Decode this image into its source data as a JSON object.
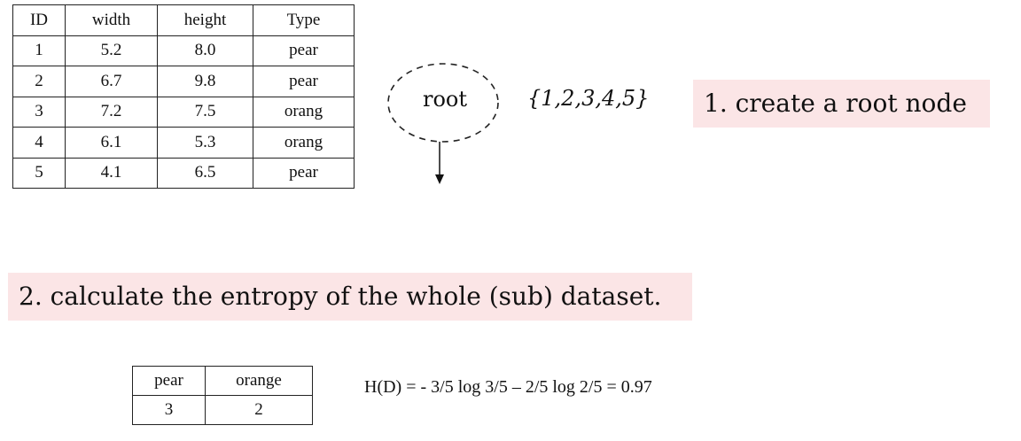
{
  "data_table": {
    "headers": [
      "ID",
      "width",
      "height",
      "Type"
    ],
    "rows": [
      [
        "1",
        "5.2",
        "8.0",
        "pear"
      ],
      [
        "2",
        "6.7",
        "9.8",
        "pear"
      ],
      [
        "3",
        "7.2",
        "7.5",
        "orang"
      ],
      [
        "4",
        "6.1",
        "5.3",
        "orang"
      ],
      [
        "5",
        "4.1",
        "6.5",
        "pear"
      ]
    ]
  },
  "root_node": {
    "label": "root",
    "id_set": "{1,2,3,4,5}"
  },
  "steps": {
    "step1": "1. create a root node",
    "step2": "2. calculate the entropy of the whole (sub) dataset."
  },
  "count_table": {
    "headers": [
      "pear",
      "orange"
    ],
    "values": [
      "3",
      "2"
    ]
  },
  "entropy_formula": "H(D) = - 3/5 log 3/5 – 2/5 log 2/5 = 0.97"
}
